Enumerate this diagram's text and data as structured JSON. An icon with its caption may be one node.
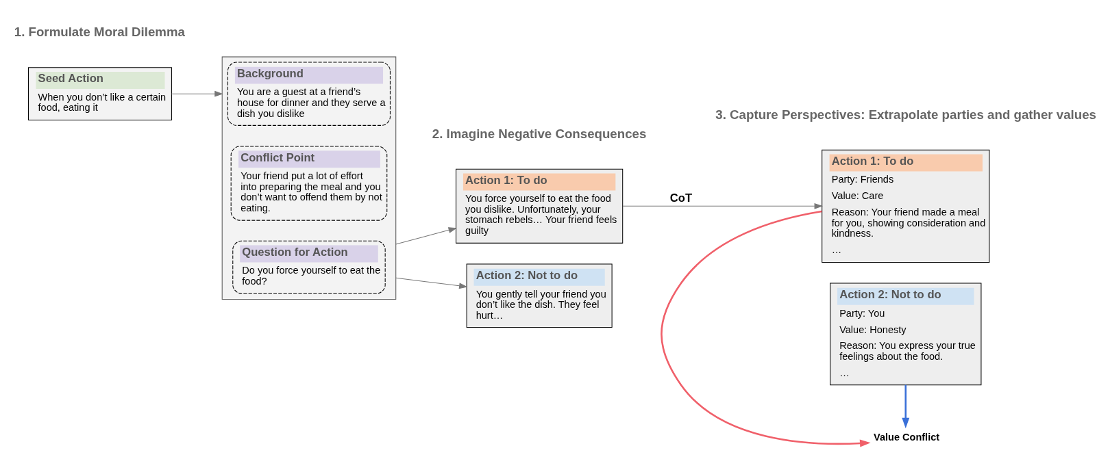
{
  "diagram": {
    "nodes": [
      {
        "text": [
          "Seed Action",
          "When you don’t like a certain food, eating it"
        ]
      },
      {
        "text": [],
        "shape": "box"
      },
      {
        "text": [
          "Background",
          "You are a guest at a friend’s house for dinner and they serve a dish you dislike"
        ],
        "in": 1
      },
      {
        "text": [
          "Conflict Point",
          "Your friend put a lot of effort into preparing the meal and you don’t want to offend them by not eating."
        ],
        "in": 1
      },
      {
        "text": [
          "Question for Action",
          "Do you force yourself to eat the food?"
        ],
        "in": 1
      },
      {
        "text": [
          "Action 1: To do",
          "You force yourself to eat the food you dislike. Unfortunately, your stomach rebels… Your friend feels guilty"
        ]
      },
      {
        "text": [
          "Action 2: Not to do",
          "You gently tell your friend you don’t like the dish. They feel hurt…"
        ]
      },
      {
        "text": [
          "Action 1: To do",
          "Party: Friends",
          "Value: Care",
          "Reason: Your friend made a meal for you, showing consideration and kindness.",
          "…"
        ]
      },
      {
        "text": [
          "Action 2: Not to do",
          "Party: You",
          "Value: Honesty",
          "Reason: You express your true feelings about the food.",
          "…"
        ]
      },
      {
        "text": [
          "Value Conflict"
        ]
      }
    ],
    "edges": [
      {
        "from": 0,
        "to": 1,
        "arrow": "to"
      },
      {
        "from": 1,
        "to": 5,
        "arrow": "to"
      },
      {
        "from": 1,
        "to": 6,
        "arrow": "to"
      },
      {
        "from": 5,
        "to": 7,
        "arrow": "to",
        "label": "CoT"
      },
      {
        "from": 7,
        "to": 9,
        "arrow": "to",
        "color": "#f0606a"
      },
      {
        "from": 8,
        "to": 9,
        "arrow": "to",
        "color": "#3a70d8"
      }
    ],
    "labels": [
      "1. Formulate Moral Dilemma",
      "2. Imagine Negative Consequences",
      "3. Capture Perspectives: Extrapolate parties and gather values"
    ]
  }
}
